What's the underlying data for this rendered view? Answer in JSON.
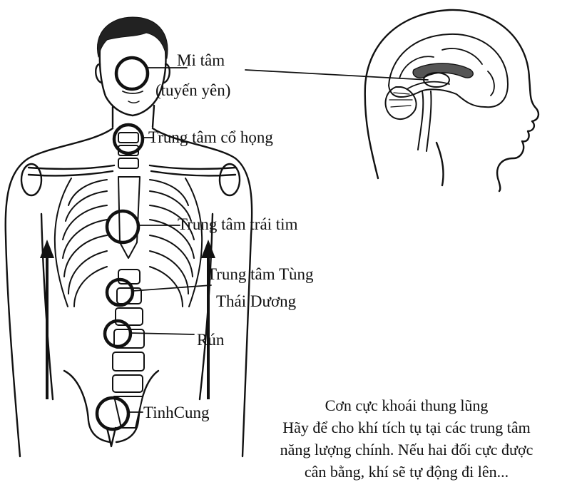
{
  "labels": {
    "mi_tam": "Mi tâm",
    "tuyen_yen": "(tuyến yên)",
    "co_hong": "Trung tâm cổ họng",
    "trai_tim": "Trung tâm trái tim",
    "tung_line1": "Trung tâm Tùng",
    "tung_line2": "Thái Dương",
    "run": "Rún",
    "tinh_cung": "TinhCung"
  },
  "caption": {
    "title": "Cơn cực khoái thung lũng",
    "line1": "Hãy để cho khí tích tụ tại các trung tâm",
    "line2": "năng lượng chính. Nếu hai đối cực được",
    "line3": "cân bằng, khí sẽ tự động đi lên..."
  },
  "colors": {
    "ink": "#111111",
    "paper": "#ffffff"
  },
  "icons": {
    "body": "human-torso-skeleton-outline",
    "head": "brain-cross-section-profile",
    "arrows": "upward-energy-arrow"
  }
}
